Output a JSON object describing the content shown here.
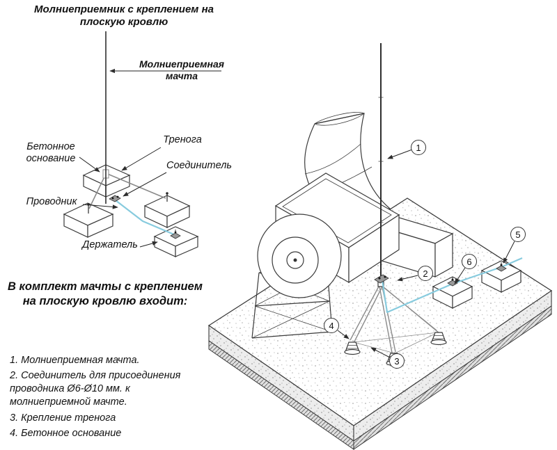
{
  "title": "Молниеприемник с креплением на плоскую кровлю",
  "left_diagram": {
    "mast_label": "Молниеприемная мачта",
    "labels": {
      "concrete_base": "Бетонное основание",
      "tripod": "Тренога",
      "connector": "Соединитель",
      "conductor": "Проводник",
      "holder": "Держатель"
    }
  },
  "kit": {
    "heading": "В комплект мачты с креплением на плоскую кровлю входит:",
    "items": [
      "1. Молниеприемная мачта.",
      "2. Соединитель для присоединения проводника Ø6-Ø10 мм. к молниеприемной мачте.",
      "3. Крепление тренога",
      "4. Бетонное основание"
    ]
  },
  "callouts": [
    "1",
    "2",
    "3",
    "4",
    "5",
    "6"
  ],
  "colors": {
    "conductor": "#87cbde",
    "line": "#3a3a3a"
  }
}
